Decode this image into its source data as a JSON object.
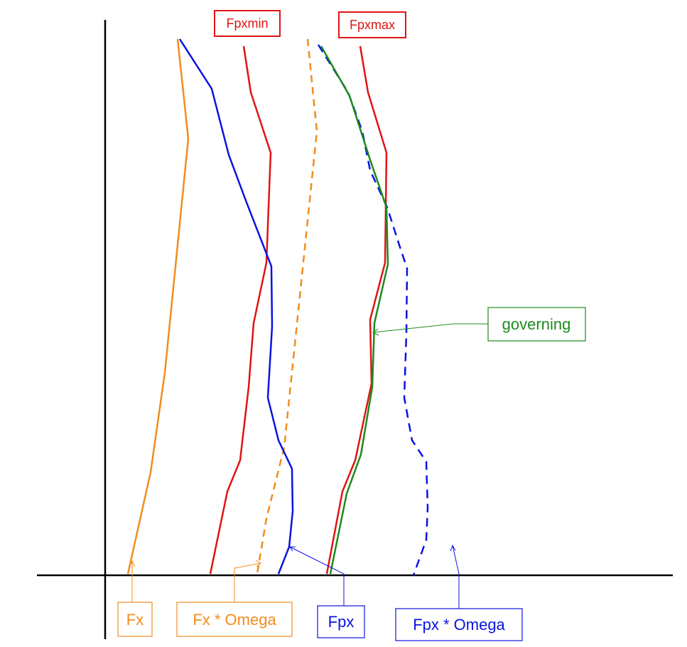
{
  "colors": {
    "axis": "#000000",
    "orange": "#f28c1e",
    "blue": "#0a14e0",
    "red": "#e01414",
    "green": "#1e8a1e"
  },
  "labels": {
    "fx": "Fx",
    "fx_omega": "Fx * Omega",
    "fpx": "Fpx",
    "fpx_omega": "Fpx * Omega",
    "fpxmin": "Fpxmin",
    "fpxmax": "Fpxmax",
    "governing": "governing"
  }
}
